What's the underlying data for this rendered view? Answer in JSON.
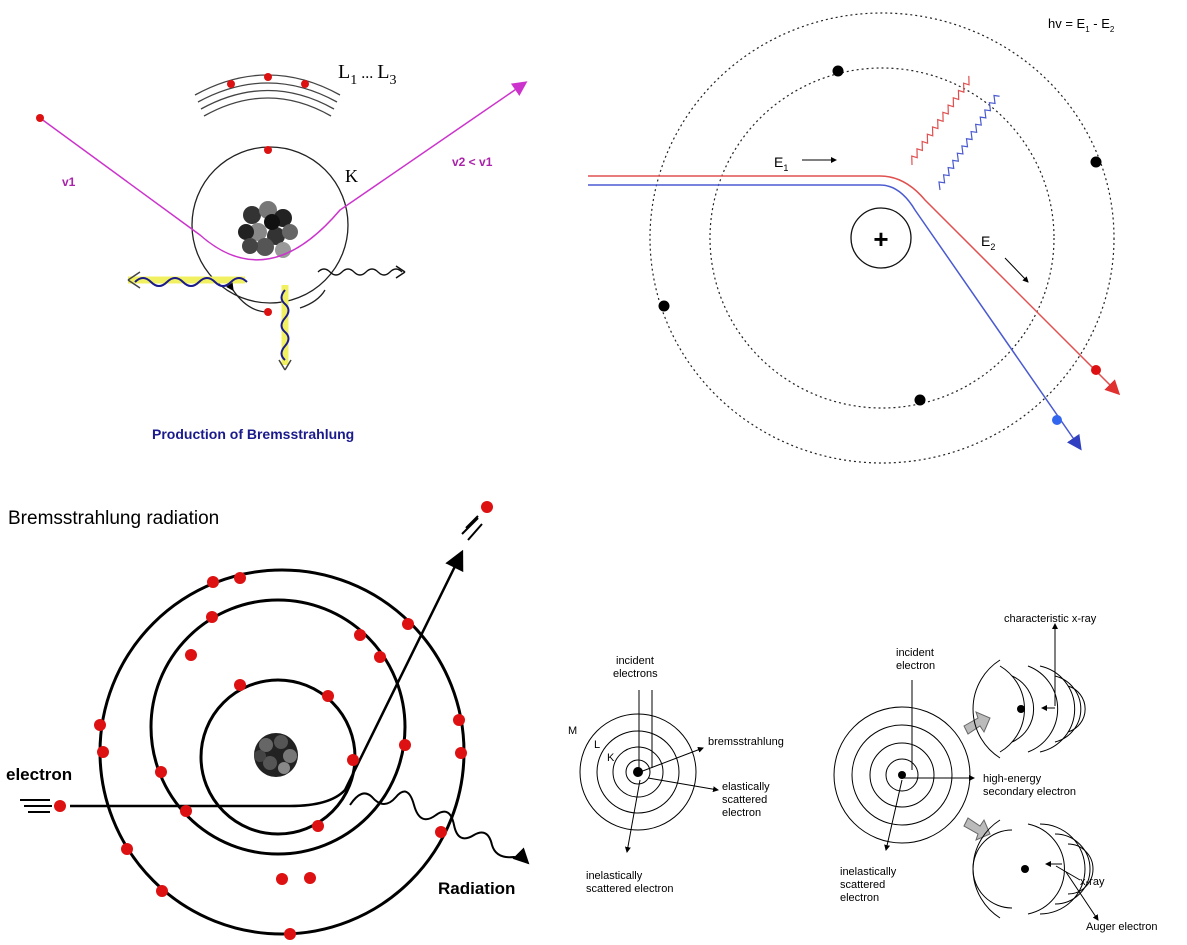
{
  "panel_tl": {
    "shell_label": "L",
    "shell_label_sub1": "1",
    "shell_label_dots": "...",
    "shell_label_sub2": "3",
    "k_label": "K",
    "v1_label": "v1",
    "v2_label": "v2 < v1",
    "caption": "Production of Bremsstrahlung"
  },
  "panel_tr": {
    "formula": "hv = E",
    "formula_sub1": "1",
    "formula_mid": " - E",
    "formula_sub2": "2",
    "e1_label": "E",
    "e1_sub": "1",
    "e2_label": "E",
    "e2_sub": "2",
    "nucleus_symbol": "+"
  },
  "panel_bl": {
    "title": "Bremsstrahlung radiation",
    "electron_label": "electron",
    "radiation_label": "Radiation"
  },
  "panel_bm": {
    "incident": "incident",
    "electrons": "electrons",
    "m_label": "M",
    "l_label": "L",
    "k_label": "K",
    "bremsstrahlung": "bremsstrahlung",
    "elastic1": "elastically",
    "elastic2": "scattered",
    "elastic3": "electron",
    "inelastic1": "inelastically",
    "inelastic2": "scattered electron"
  },
  "panel_br": {
    "incident": "incident",
    "electron": "electron",
    "characteristic": "characteristic x-ray",
    "high_energy1": "high-energy",
    "high_energy2": "secondary electron",
    "inelastic1": "inelastically",
    "inelastic2": "scattered",
    "inelastic3": "electron",
    "xray": "x-ray",
    "auger": "Auger electron"
  },
  "colors": {
    "magenta": "#cc33cc",
    "red_dot": "#dd1111",
    "navy": "#1a1a8c",
    "red_line": "#e05050",
    "blue_line": "#4a5ad0"
  }
}
